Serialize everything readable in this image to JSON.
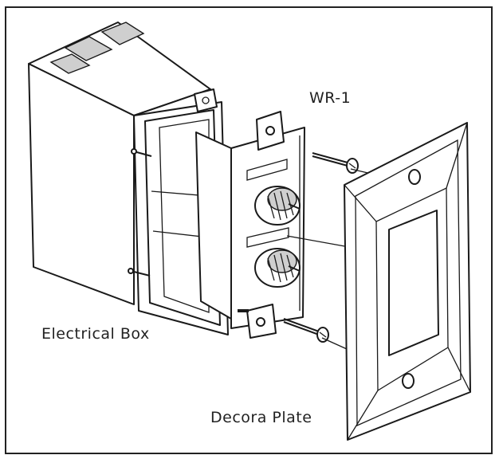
{
  "labels": {
    "device": "WR-1",
    "box": "Electrical Box",
    "plate": "Decora Plate"
  },
  "colors": {
    "line": "#1a1a1a",
    "background": "#ffffff"
  }
}
